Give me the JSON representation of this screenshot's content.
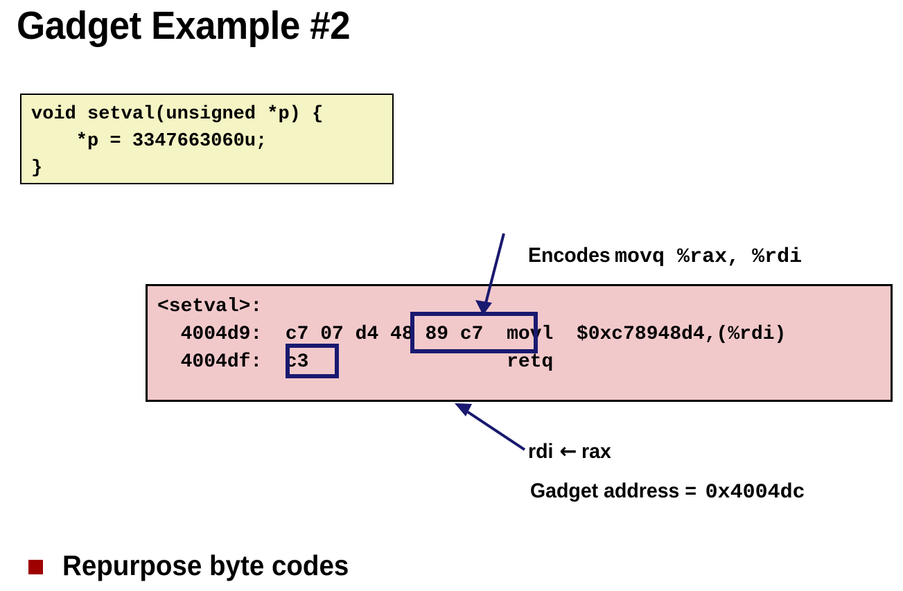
{
  "slide": {
    "title": "Gadget Example #2"
  },
  "code_box": {
    "lines": [
      "void setval(unsigned *p) {",
      "    *p = 3347663060u;",
      "}"
    ],
    "background": "#f5f4c4",
    "border": "#000000"
  },
  "asm_box": {
    "background": "#f2c9cb",
    "border": "#000000",
    "lines": [
      "<setval>:",
      "  4004d9:  c7 07 d4 48 89 c7  movl  $0xc78948d4,(%rdi)",
      "  4004df:  c3                 retq"
    ]
  },
  "highlights": {
    "color": "#191970",
    "bytes_label": "48 89 c7",
    "ret_label": "c3"
  },
  "annotations": {
    "encodes_label": "Encodes",
    "encodes_code": "movq %rax, %rdi",
    "transfer": "rdi",
    "transfer_arrow": "←",
    "transfer_source": "rax",
    "gadget_address_label": "Gadget address = ",
    "gadget_address_value": "0x4004dc",
    "arrow_color": "#191970"
  },
  "bullet": {
    "text": "Repurpose byte codes",
    "marker_color": "#9e0000"
  }
}
